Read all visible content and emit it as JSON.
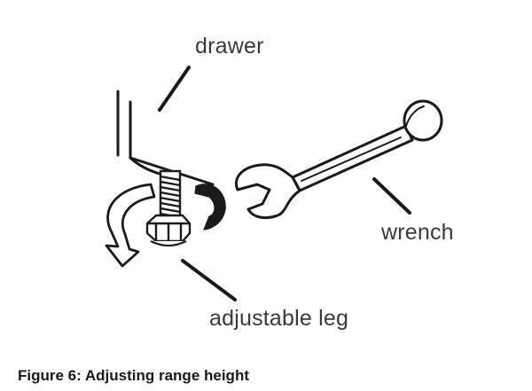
{
  "labels": {
    "drawer": "drawer",
    "wrench": "wrench",
    "adjustable_leg": "adjustable leg"
  },
  "caption": "Figure 6: Adjusting range height",
  "colors": {
    "line": "#1a1a1a",
    "label_text": "#3a3a3a",
    "fill": "#ffffff"
  }
}
